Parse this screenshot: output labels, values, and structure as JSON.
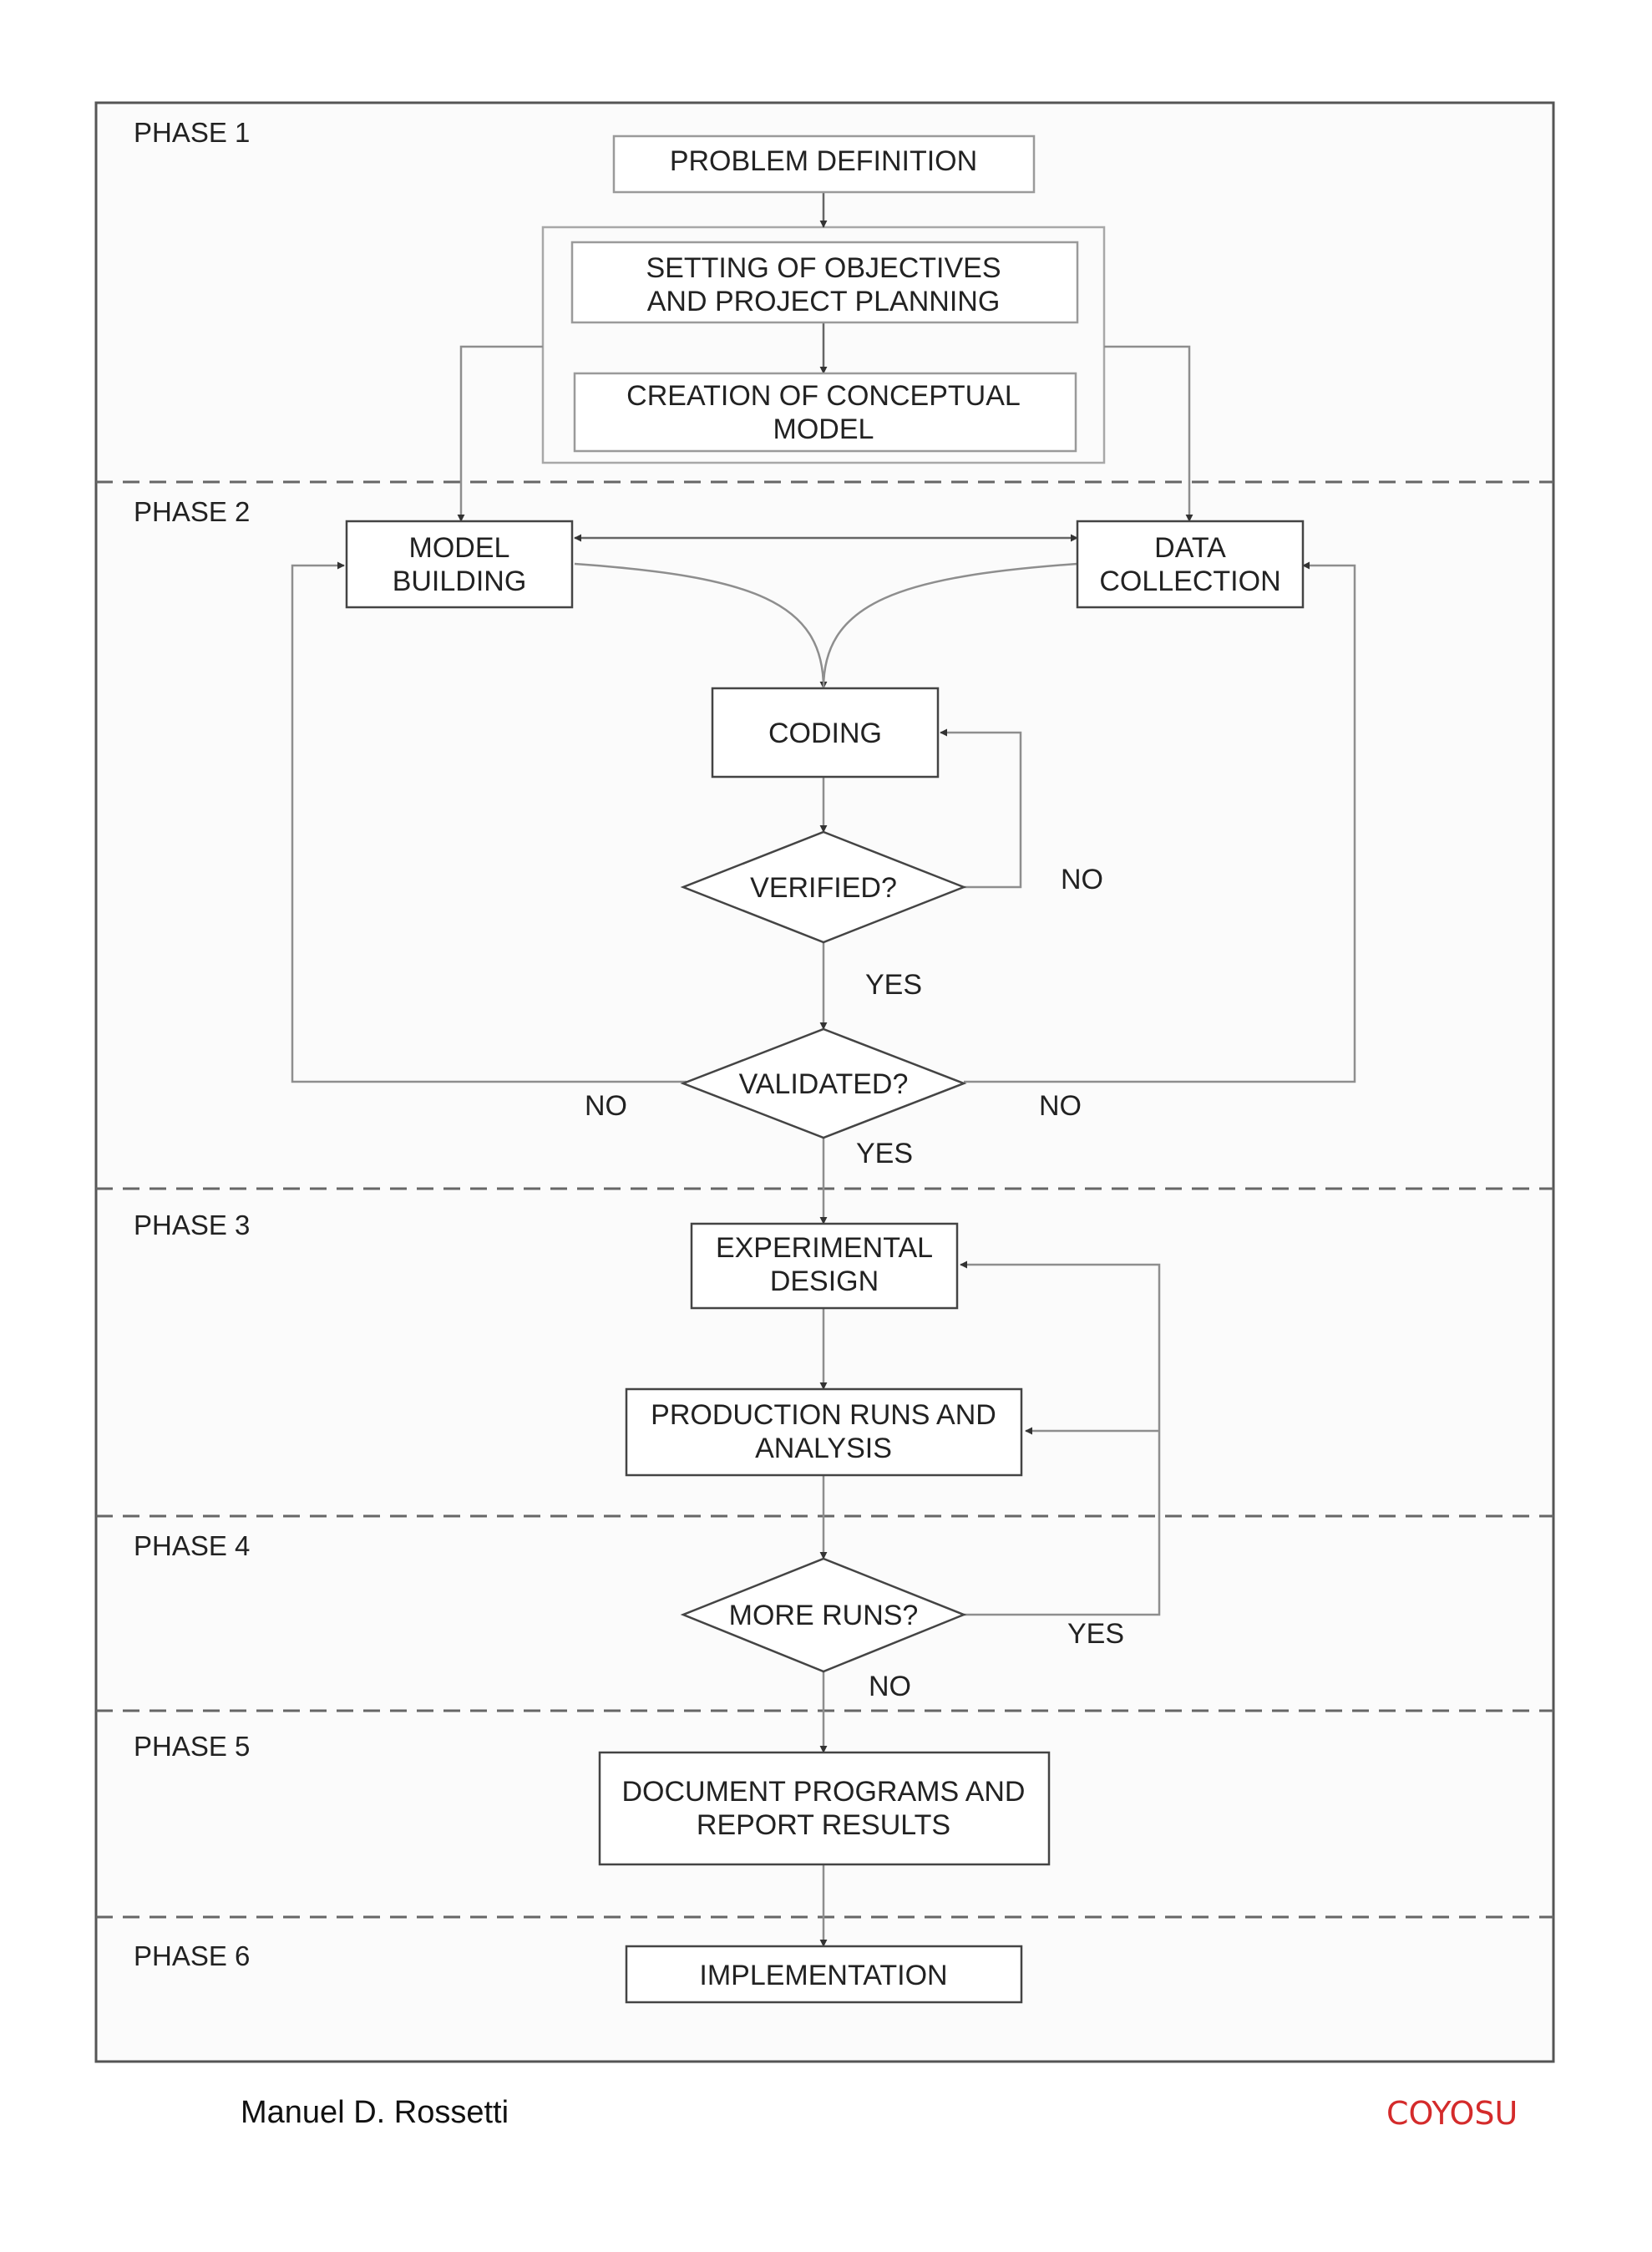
{
  "phases": [
    "PHASE 1",
    "PHASE 2",
    "PHASE 3",
    "PHASE 4",
    "PHASE 5",
    "PHASE 6"
  ],
  "boxes": {
    "problem_definition": [
      "PROBLEM DEFINITION"
    ],
    "objectives": [
      "SETTING OF OBJECTIVES",
      "AND PROJECT PLANNING"
    ],
    "conceptual_model": [
      "CREATION OF CONCEPTUAL",
      "MODEL"
    ],
    "model_building": [
      "MODEL",
      "BUILDING"
    ],
    "data_collection": [
      "DATA",
      "COLLECTION"
    ],
    "coding": [
      "CODING"
    ],
    "verified": [
      "VERIFIED?"
    ],
    "validated": [
      "VALIDATED?"
    ],
    "experimental_design": [
      "EXPERIMENTAL",
      "DESIGN"
    ],
    "production_runs": [
      "PRODUCTION RUNS AND",
      "ANALYSIS"
    ],
    "more_runs": [
      "MORE RUNS?"
    ],
    "document_programs": [
      "DOCUMENT PROGRAMS AND",
      "REPORT RESULTS"
    ],
    "implementation": [
      "IMPLEMENTATION"
    ]
  },
  "edge_labels": {
    "verified_no": "NO",
    "verified_yes": "YES",
    "validated_no_left": "NO",
    "validated_no_right": "NO",
    "validated_yes": "YES",
    "more_runs_yes": "YES",
    "more_runs_no": "NO"
  },
  "footer": {
    "author": "Manuel D. Rossetti",
    "brand": "COYOSU"
  },
  "colors": {
    "brand": "#d42b2b",
    "border": "#444444",
    "connector": "#8e8e8e"
  }
}
